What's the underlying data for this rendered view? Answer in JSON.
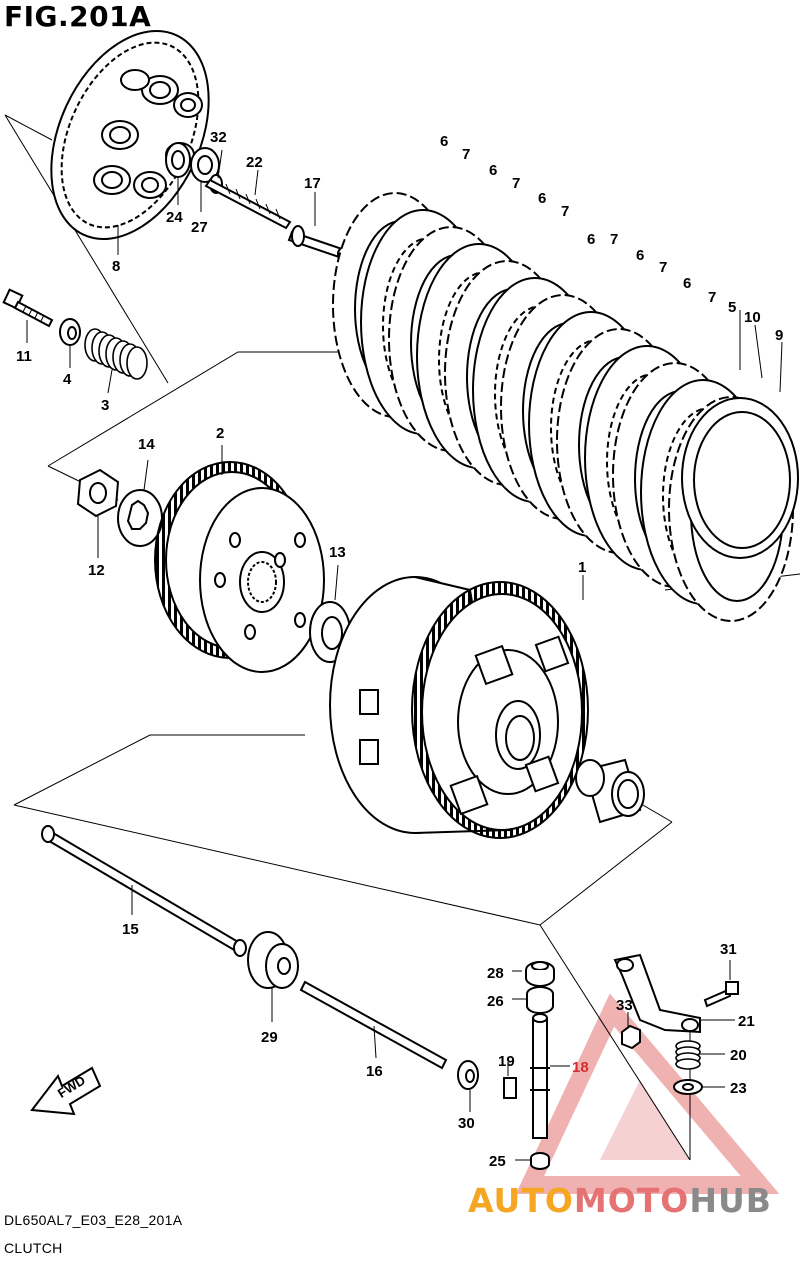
{
  "figure": {
    "title": "FIG.201A",
    "model_code": "DL650AL7_E03_E28_201A",
    "section_name": "CLUTCH",
    "direction_label": "FWD"
  },
  "callouts": [
    {
      "id": "c1",
      "label": "1"
    },
    {
      "id": "c2",
      "label": "2"
    },
    {
      "id": "c3",
      "label": "3"
    },
    {
      "id": "c4",
      "label": "4"
    },
    {
      "id": "c5",
      "label": "5"
    },
    {
      "id": "c6a",
      "label": "6"
    },
    {
      "id": "c6b",
      "label": "6"
    },
    {
      "id": "c6c",
      "label": "6"
    },
    {
      "id": "c6d",
      "label": "6"
    },
    {
      "id": "c6e",
      "label": "6"
    },
    {
      "id": "c6f",
      "label": "6"
    },
    {
      "id": "c7a",
      "label": "7"
    },
    {
      "id": "c7b",
      "label": "7"
    },
    {
      "id": "c7c",
      "label": "7"
    },
    {
      "id": "c7d",
      "label": "7"
    },
    {
      "id": "c7e",
      "label": "7"
    },
    {
      "id": "c7f",
      "label": "7"
    },
    {
      "id": "c8",
      "label": "8"
    },
    {
      "id": "c9",
      "label": "9"
    },
    {
      "id": "c10",
      "label": "10"
    },
    {
      "id": "c11",
      "label": "11"
    },
    {
      "id": "c12",
      "label": "12"
    },
    {
      "id": "c13",
      "label": "13"
    },
    {
      "id": "c14",
      "label": "14"
    },
    {
      "id": "c15",
      "label": "15"
    },
    {
      "id": "c16",
      "label": "16"
    },
    {
      "id": "c17",
      "label": "17"
    },
    {
      "id": "c18",
      "label": "18"
    },
    {
      "id": "c19",
      "label": "19"
    },
    {
      "id": "c20",
      "label": "20"
    },
    {
      "id": "c21",
      "label": "21"
    },
    {
      "id": "c22",
      "label": "22"
    },
    {
      "id": "c23",
      "label": "23"
    },
    {
      "id": "c24",
      "label": "24"
    },
    {
      "id": "c25",
      "label": "25"
    },
    {
      "id": "c26",
      "label": "26"
    },
    {
      "id": "c27",
      "label": "27"
    },
    {
      "id": "c28",
      "label": "28"
    },
    {
      "id": "c29",
      "label": "29"
    },
    {
      "id": "c30",
      "label": "30"
    },
    {
      "id": "c31",
      "label": "31"
    },
    {
      "id": "c32",
      "label": "32"
    },
    {
      "id": "c33",
      "label": "33"
    }
  ],
  "watermark": {
    "part1": "AUTO",
    "part2": "MOTO",
    "part3": "HUB",
    "color_orange": "#f5a623",
    "color_red": "#e57373",
    "color_gray": "#8a8a8a"
  },
  "highlight_color": "#d32f2f"
}
